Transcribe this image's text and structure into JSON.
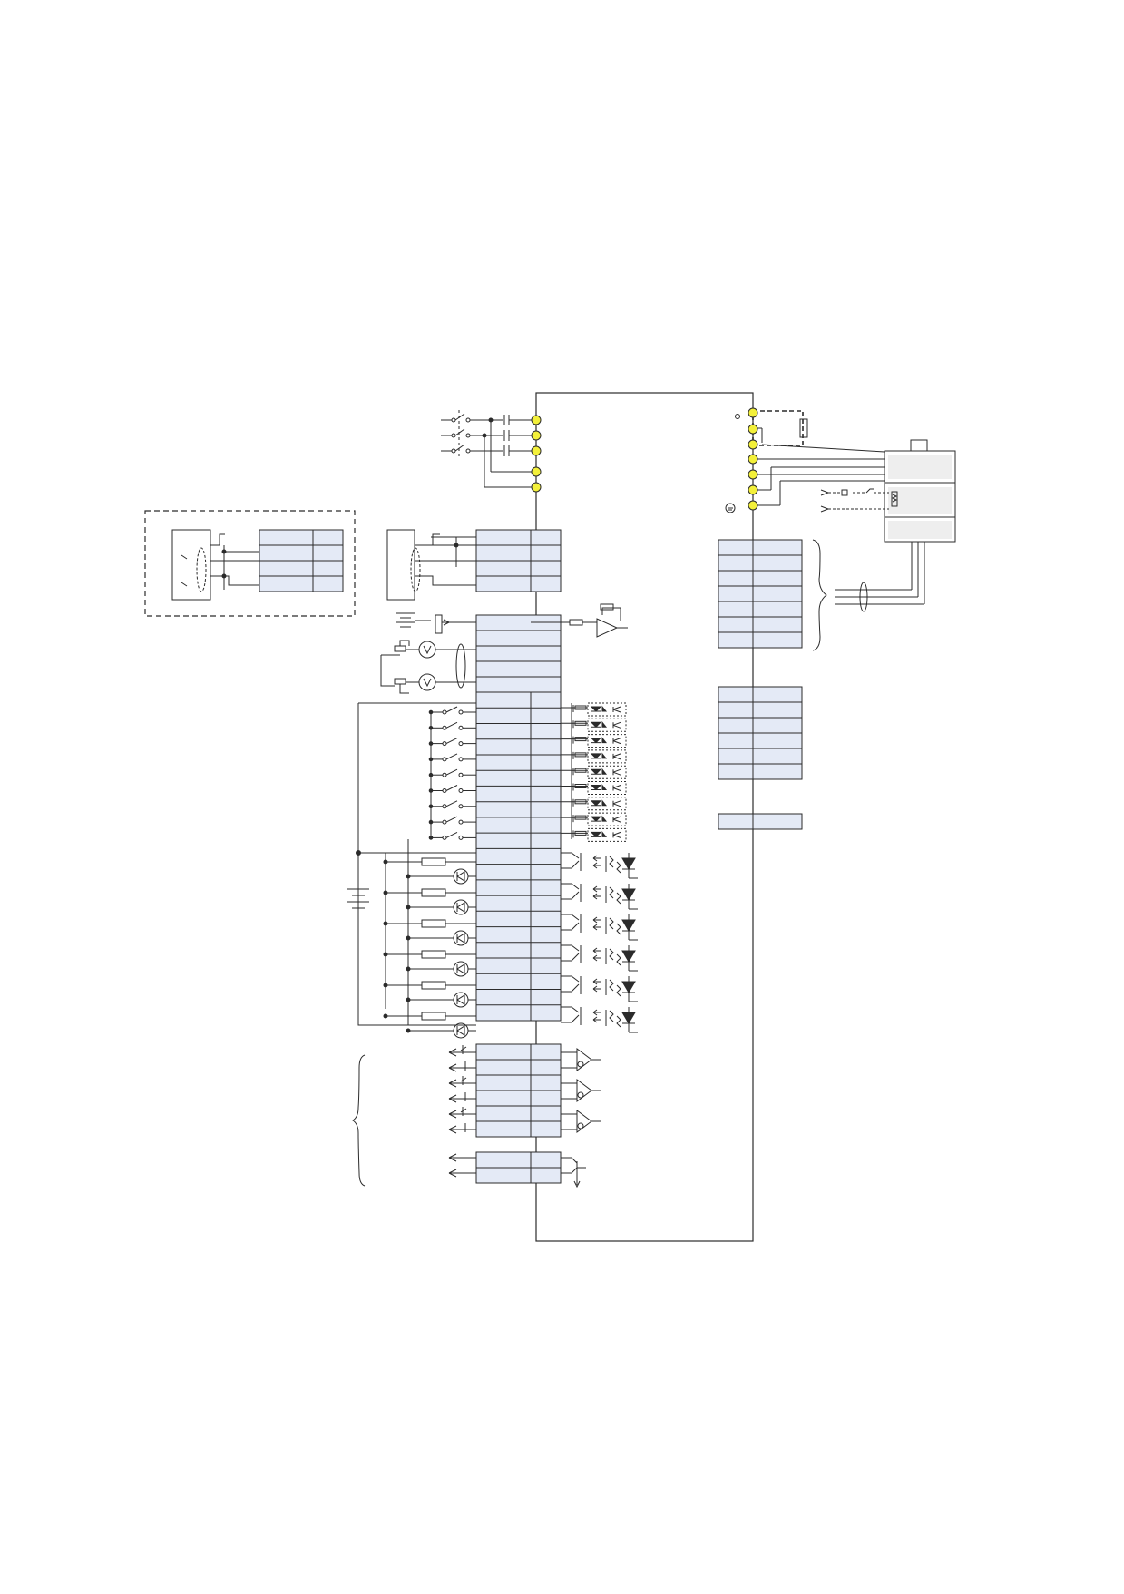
{
  "page": {
    "background": "#ffffff",
    "line_color": "#2b2b2b",
    "terminal_fill": "#e4eaf6",
    "power_terminal_fill": "#f3f03a",
    "labels_visible": false
  },
  "diagram": {
    "description_text": "",
    "main_unit_label": "",
    "power_input_terminals": 5,
    "motor_output_terminals": 6,
    "encoder_connector_rows": 4,
    "analog_terminal_rows": 5,
    "digital_input_rows": 9,
    "relay_output_rows": 12,
    "pulse_output_rows": 6,
    "transistor_output_rows": 2,
    "right_block_a_rows": 7,
    "right_block_b_rows": 6,
    "right_block_c_rows": 1,
    "icons": [
      "circuit-breaker-icon",
      "contactor-icon",
      "braking-resistor-icon",
      "motor-icon",
      "ground-icon",
      "encoder-icon",
      "voltmeter-icon",
      "potentiometer-icon",
      "battery-icon",
      "switch-icon",
      "optocoupler-icon",
      "relay-icon",
      "led-icon",
      "opamp-icon",
      "differential-driver-icon",
      "transistor-icon"
    ]
  }
}
